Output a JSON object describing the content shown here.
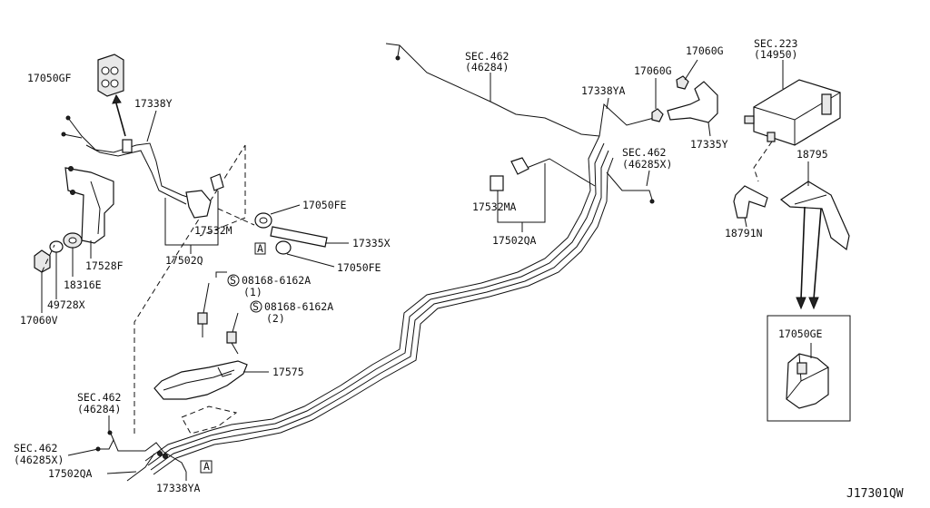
{
  "diagram": {
    "drawing_code": "J17301QW",
    "inset_label": "17050GE",
    "callout_a": "A",
    "labels": {
      "p17050GF": "17050GF",
      "p17338Y": "17338Y",
      "p17528F": "17528F",
      "p18316E": "18316E",
      "p49728X": "49728X",
      "p17060V": "17060V",
      "p17532M": "17532M",
      "p17502Q": "17502Q",
      "p17050FE_top": "17050FE",
      "p17335X": "17335X",
      "p17050FE_bot": "17050FE",
      "bolt1_num": "08168-6162A",
      "bolt1_qty": "(1)",
      "bolt2_num": "08168-6162A",
      "bolt2_qty": "(2)",
      "s_mark": "S",
      "p17575": "17575",
      "sec462_a": "SEC.462",
      "sec462_a_sub": "(46284)",
      "sec462_b": "SEC.462",
      "sec462_b_sub": "(46285X)",
      "p17502QA_bot": "17502QA",
      "p17338YA_bot": "17338YA",
      "sec462_top": "SEC.462",
      "sec462_top_sub": "(46284)",
      "p17532MA": "17532MA",
      "p17502QA_mid": "17502QA",
      "p17338YA_top": "17338YA",
      "sec462_mid": "SEC.462",
      "sec462_mid_sub": "(46285X)",
      "p17060G_top": "17060G",
      "p17060G_mid": "17060G",
      "p17335Y": "17335Y",
      "sec223": "SEC.223",
      "sec223_sub": "(14950)",
      "p18795": "18795",
      "p18791N": "18791N"
    }
  }
}
